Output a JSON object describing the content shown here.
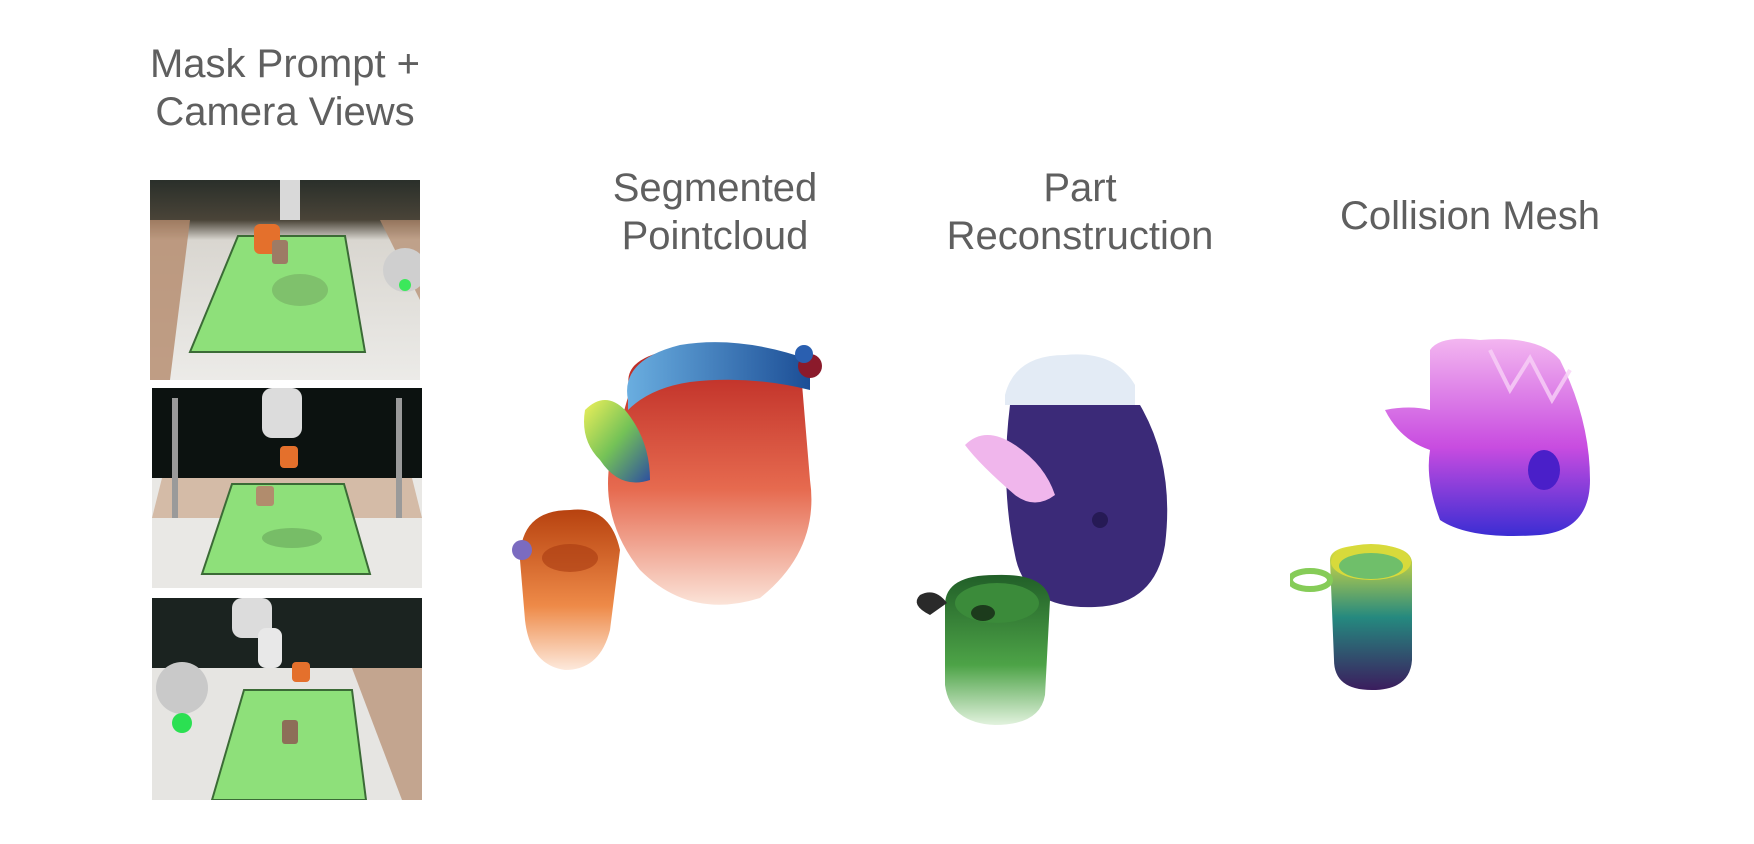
{
  "columns": [
    {
      "id": "input",
      "lines": [
        "Mask Prompt +",
        "Camera Views"
      ]
    },
    {
      "id": "segmented",
      "lines": [
        "Segmented",
        "Pointcloud"
      ]
    },
    {
      "id": "part",
      "lines": [
        "Part",
        "Reconstruction"
      ]
    },
    {
      "id": "collision",
      "lines": [
        "Collision Mesh"
      ]
    }
  ],
  "camera_views": [
    {
      "view": "top",
      "mug_color": "orange"
    },
    {
      "view": "front",
      "mug_color": "tan"
    },
    {
      "view": "side",
      "mug_color": "brown"
    }
  ],
  "colors": {
    "heading": "#5f5f5f",
    "table_green": "#8ee07a",
    "kettle_red": "#d8392b",
    "kettle_blue": "#2f6db5",
    "mug_orange": "#d35418",
    "part_purple": "#3b2a78",
    "part_pink": "#f0b6ec",
    "part_green": "#2d7a2f",
    "mesh_magenta": "#c84ce0",
    "mesh_yellow": "#e6e23a",
    "mesh_teal": "#25897f"
  }
}
